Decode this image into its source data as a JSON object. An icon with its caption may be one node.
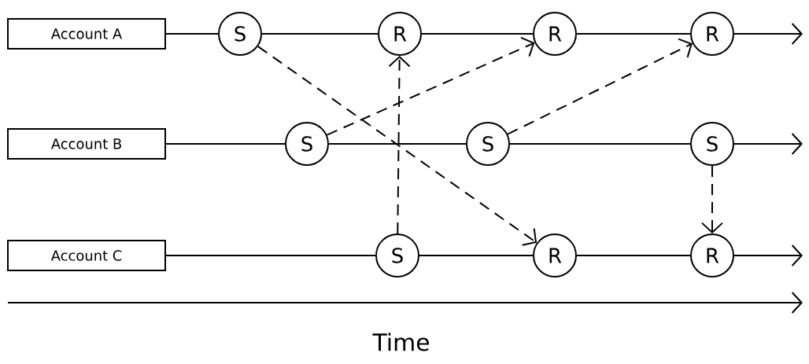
{
  "diagram": {
    "nodes": [
      {
        "text": [
          "Account A"
        ]
      },
      {
        "text": [
          "S"
        ]
      },
      {
        "text": [
          "R"
        ]
      },
      {
        "text": [
          "R"
        ]
      },
      {
        "text": [
          "R"
        ]
      },
      {
        "text": [
          "Account B"
        ]
      },
      {
        "text": [
          "S"
        ]
      },
      {
        "text": [
          "S"
        ]
      },
      {
        "text": [
          "S"
        ]
      },
      {
        "text": [
          "Account C"
        ]
      },
      {
        "text": [
          "S"
        ]
      },
      {
        "text": [
          "R"
        ]
      },
      {
        "text": [
          "R"
        ]
      }
    ],
    "edges": [
      {
        "from": 0,
        "to": 1,
        "arrow": "none"
      },
      {
        "from": 1,
        "to": 2,
        "arrow": "none"
      },
      {
        "from": 2,
        "to": 3,
        "arrow": "none"
      },
      {
        "from": 3,
        "to": 4,
        "arrow": "none"
      },
      {
        "from": 4,
        "to": null,
        "arrow": "to"
      },
      {
        "from": 5,
        "to": 6,
        "arrow": "none"
      },
      {
        "from": 6,
        "to": 7,
        "arrow": "none"
      },
      {
        "from": 7,
        "to": 8,
        "arrow": "none"
      },
      {
        "from": 8,
        "to": null,
        "arrow": "to"
      },
      {
        "from": 9,
        "to": 10,
        "arrow": "none"
      },
      {
        "from": 10,
        "to": 11,
        "arrow": "none"
      },
      {
        "from": 11,
        "to": 12,
        "arrow": "none"
      },
      {
        "from": 12,
        "to": null,
        "arrow": "to"
      },
      {
        "from": 1,
        "to": 11,
        "arrow": "to",
        "style": "dashed"
      },
      {
        "from": 6,
        "to": 3,
        "arrow": "to",
        "style": "dashed"
      },
      {
        "from": 7,
        "to": 4,
        "arrow": "to",
        "style": "dashed"
      },
      {
        "from": 10,
        "to": 2,
        "arrow": "to",
        "style": "dashed"
      },
      {
        "from": 8,
        "to": 12,
        "arrow": "to",
        "style": "dashed"
      }
    ],
    "labels": [
      "Time"
    ]
  }
}
